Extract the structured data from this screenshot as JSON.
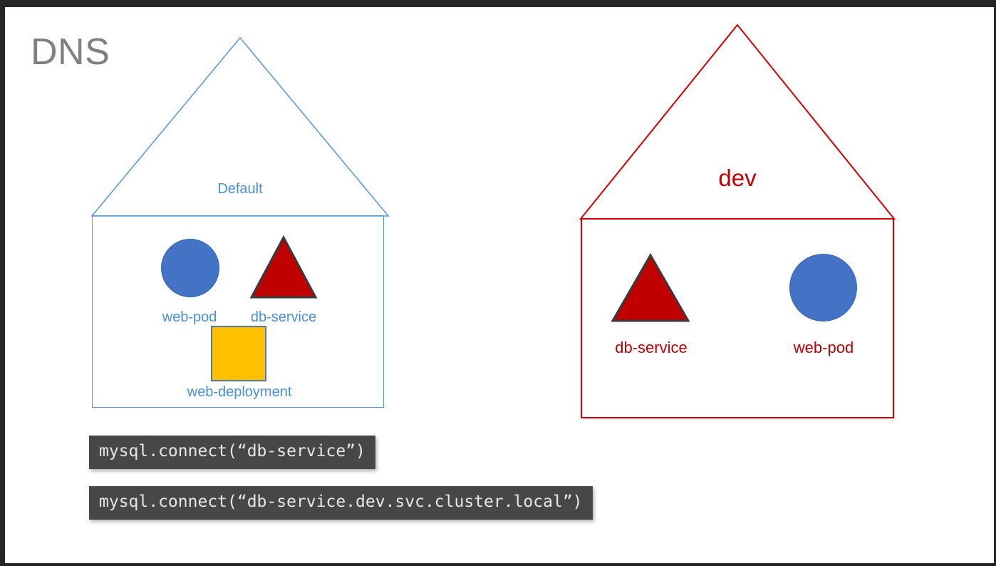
{
  "slide": {
    "title": "DNS",
    "title_color": "#7f7f7f",
    "canvas_background": "#ffffff",
    "frame_color": "#262626"
  },
  "namespaces": [
    {
      "id": "default",
      "label": "Default",
      "accent_color": "#5B9BD5",
      "label_color": "#4A90D9",
      "shapes": [
        {
          "id": "web-pod",
          "kind": "circle",
          "caption": "web-pod",
          "fill": "#4472C4",
          "stroke": "#3A63AE"
        },
        {
          "id": "db-service",
          "kind": "triangle",
          "caption": "db-service",
          "fill": "#C00000",
          "stroke": "#3A3A3A"
        },
        {
          "id": "web-deployment",
          "kind": "square",
          "caption": "web-deployment",
          "fill": "#FFC000",
          "stroke": "#5577AA"
        }
      ]
    },
    {
      "id": "dev",
      "label": "dev",
      "accent_color": "#D40000",
      "label_color": "#C00000",
      "shapes": [
        {
          "id": "db-service",
          "kind": "triangle",
          "caption": "db-service",
          "fill": "#C00000",
          "stroke": "#3A3A3A"
        },
        {
          "id": "web-pod",
          "kind": "circle",
          "caption": "web-pod",
          "fill": "#4472C4",
          "stroke": "#3A63AE"
        }
      ]
    }
  ],
  "code_callouts": [
    {
      "id": "short-name",
      "text": "mysql.connect(“db-service”)",
      "background": "#474747",
      "text_color": "#E6E6E6"
    },
    {
      "id": "fqdn",
      "text": "mysql.connect(“db-service.dev.svc.cluster.local”)",
      "background": "#474747",
      "text_color": "#E6E6E6"
    }
  ]
}
